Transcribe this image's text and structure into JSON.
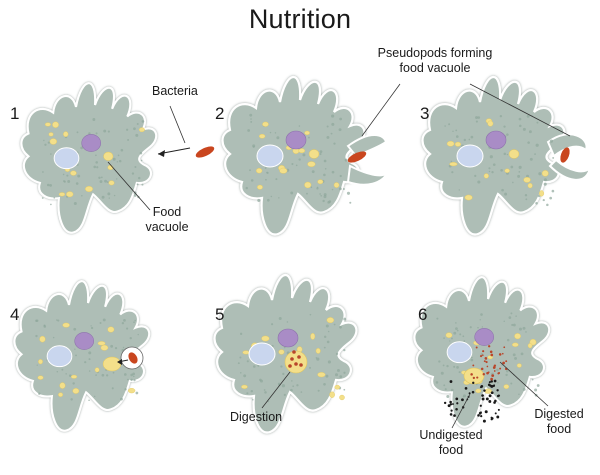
{
  "title": "Nutrition",
  "steps": [
    {
      "number": "1"
    },
    {
      "number": "2"
    },
    {
      "number": "3"
    },
    {
      "number": "4"
    },
    {
      "number": "5"
    },
    {
      "number": "6"
    }
  ],
  "labels": {
    "bacteria": "Bacteria",
    "food_vacuole_line1": "Food",
    "food_vacuole_line2": "vacuole",
    "pseudopods_line1": "Pseudopods forming",
    "pseudopods_line2": "food vacuole",
    "digestion": "Digestion",
    "undigested_line1": "Undigested",
    "undigested_line2": "food",
    "digested_line1": "Digested",
    "digested_line2": "food"
  },
  "colors": {
    "cytoplasm": "#aebeb6",
    "membrane": "#ffffff",
    "nucleus": "#a98cc6",
    "contractile_vacuole": "#c9d6ee",
    "food_granule": "#f3df8a",
    "bacteria": "#c9461f",
    "digested_particles": "#b8462a",
    "undigested_particles": "#1a1a1a"
  }
}
